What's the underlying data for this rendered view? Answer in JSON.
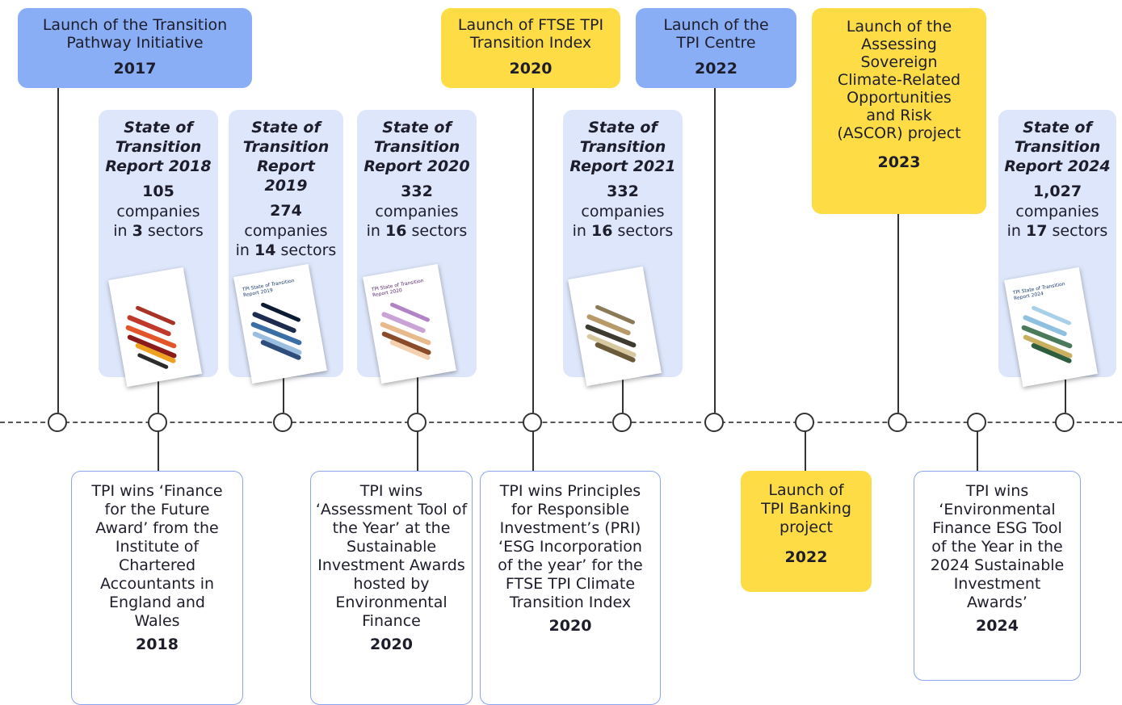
{
  "milestones_top": [
    {
      "title": "Launch of the Transition Pathway Initiative",
      "year": "2017",
      "color": "#8aaef5"
    },
    {
      "title": "Launch of FTSE TPI Transition Index",
      "year": "2020",
      "color": "#fddc45"
    },
    {
      "title": "Launch of the TPI Centre",
      "year": "2022",
      "color": "#8aaef5"
    },
    {
      "title": "Launch of the Assessing Sovereign Climate-Related Opportunities and Risk (ASCOR) project",
      "year": "2023",
      "color": "#fddc45"
    }
  ],
  "reports": [
    {
      "title": "State of Transition Report 2018",
      "count": "105",
      "count_text": "companies",
      "in_text": "in",
      "sectors": "3",
      "sectors_text": "sectors"
    },
    {
      "title": "State of Transition Report 2019",
      "count": "274",
      "count_text": "companies",
      "in_text": "in",
      "sectors": "14",
      "sectors_text": "sectors"
    },
    {
      "title": "State of Transition Report 2020",
      "count": "332",
      "count_text": "companies",
      "in_text": "in",
      "sectors": "16",
      "sectors_text": "sectors"
    },
    {
      "title": "State of Transition Report 2021",
      "count": "332",
      "count_text": "companies",
      "in_text": "in",
      "sectors": "16",
      "sectors_text": "sectors"
    },
    {
      "title": "State of Transition Report 2024",
      "count": "1,027",
      "count_text": "companies",
      "in_text": "in",
      "sectors": "17",
      "sectors_text": "sectors"
    }
  ],
  "awards": [
    {
      "text": "TPI wins ‘Finance for the Future Award’ from the Institute of Chartered Accountants in England and Wales",
      "year": "2018"
    },
    {
      "text": "TPI wins ‘Assessment Tool of the Year’ at the Sustainable Investment Awards hosted by Environmental Finance",
      "year": "2020"
    },
    {
      "text": "TPI wins Principles for Responsible Investment’s (PRI) ‘ESG Incorporation of the year’ for the FTSE TPI Climate Transition Index",
      "year": "2020"
    },
    {
      "text": "Launch of TPI Banking project",
      "year": "2022"
    },
    {
      "text": "TPI wins ‘Environmental Finance ESG Tool of the Year in the 2024 Sustainable Investment Awards’",
      "year": "2024"
    }
  ],
  "cover_titles": [
    "TPI State of Transition Report 2019",
    "TPI State of Transition Report 2020",
    "TPI State of Transition Report 2024"
  ]
}
